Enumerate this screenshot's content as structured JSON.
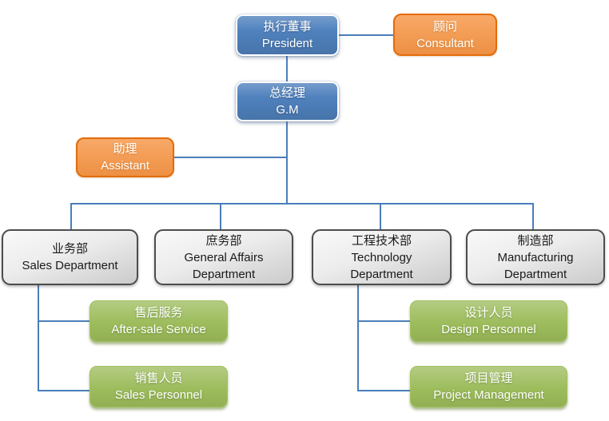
{
  "colors": {
    "accent_blue": "#4f81bd",
    "accent_orange": "#f79646",
    "accent_green": "#9bbb59",
    "gray_box_light": "#f9f9f9",
    "gray_box_dark": "#cbcbcb",
    "gray_box_border": "#4d4d4d",
    "orange_border": "#e36c0a",
    "connector": "#4a7ebb",
    "text_light": "#ffffff",
    "text_dark": "#1a1a1a"
  },
  "nodes": {
    "president": {
      "zh": "执行董事",
      "en": "President"
    },
    "consultant": {
      "zh": "顾问",
      "en": "Consultant"
    },
    "gm": {
      "zh": "总经理",
      "en": "G.M"
    },
    "assistant": {
      "zh": "助理",
      "en": "Assistant"
    },
    "sales_dept": {
      "zh": "业务部",
      "en": "Sales Department"
    },
    "general_affairs": {
      "zh": "庶务部",
      "en": "General Affairs Department"
    },
    "technology_dept": {
      "zh": "工程技术部",
      "en": "Technology Department"
    },
    "manufacturing_dept": {
      "zh": "制造部",
      "en": "Manufacturing Department"
    },
    "after_sale_service": {
      "zh": "售后服务",
      "en": "After-sale Service"
    },
    "sales_personnel": {
      "zh": "销售人员",
      "en": "Sales Personnel"
    },
    "design_personnel": {
      "zh": "设计人员",
      "en": "Design Personnel"
    },
    "project_management": {
      "zh": "项目管理",
      "en": "Project Management"
    }
  }
}
